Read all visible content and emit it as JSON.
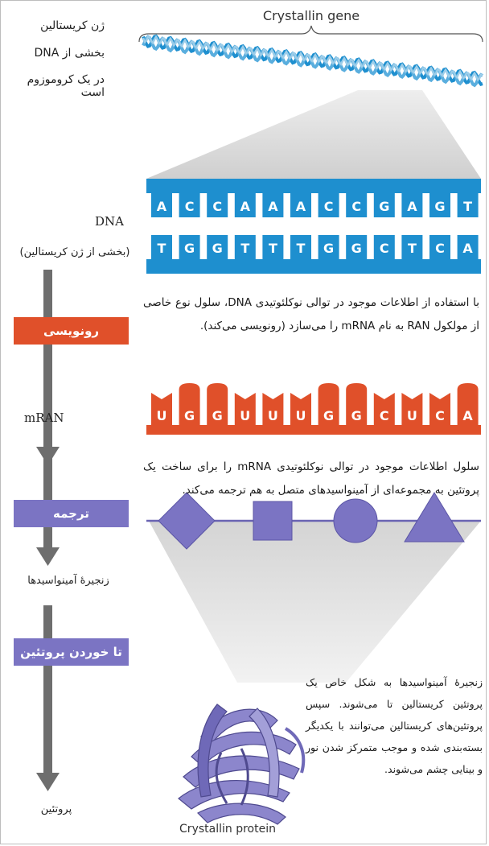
{
  "gene_label": "Crystallin gene",
  "gene_caption": [
    "ژن کریستالین",
    "بخشی از DNA",
    "در یک کروموزوم است"
  ],
  "dna_label": "DNA",
  "dna_sub": "(بخشی از ژن کریستالین)",
  "dna_top": [
    "A",
    "C",
    "C",
    "A",
    "A",
    "A",
    "C",
    "C",
    "G",
    "A",
    "G",
    "T"
  ],
  "dna_bottom": [
    "T",
    "G",
    "G",
    "T",
    "T",
    "T",
    "G",
    "G",
    "C",
    "T",
    "C",
    "A"
  ],
  "step_transcription": "رونویسی",
  "text_transcription": "با استفاده از اطلاعات موجود در توالی نوکلئوتیدی DNA، سلول نوع خاصی از مولکول RAN به نام mRNA را می‌سازد (رونویسی می‌کند).",
  "mrna_label": "mRAN",
  "mrna_bases": [
    "U",
    "G",
    "G",
    "U",
    "U",
    "U",
    "G",
    "G",
    "C",
    "U",
    "C",
    "A"
  ],
  "step_translation": "ترجمه",
  "text_translation": "سلول اطلاعات موجود در توالی نوکلئوتیدی mRNA را برای ساخت یک پروتئین به مجموعه‌ای از آمینواسیدهای متصل به هم ترجمه می‌کند.",
  "chain_label": "زنجیرهٔ آمینواسیدها",
  "step_folding": "تا خوردن پروتئین",
  "text_folding": "زنجیرهٔ آمینواسیدها به شکل خاص یک پروتئین کریستالین تا می‌شوند. سپس پروتئین‌های کریستالین می‌توانند با یکدیگر بسته‌بندی شده و موجب متمرکز شدن نور و بینایی چشم می‌شوند.",
  "protein_label": "پروتئین",
  "protein_caption": "Crystallin protein",
  "colors": {
    "dna_blue": "#1e8fcf",
    "mrna_orange": "#e0502a",
    "amino_purple": "#7b74c3",
    "arrow_gray": "#6e6e6e",
    "funnel_gray": "#d9d9d9"
  }
}
